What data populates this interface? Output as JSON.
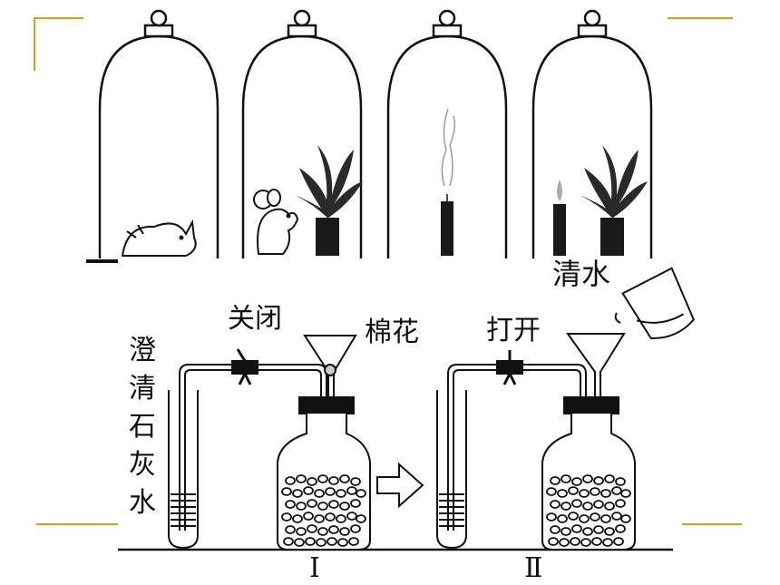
{
  "labels": {
    "water": "清水",
    "closed": "关闭",
    "cotton": "棉花",
    "open": "打开",
    "limewater": [
      "澄",
      "清",
      "石",
      "灰",
      "水"
    ],
    "apparatus_1": "Ⅰ",
    "apparatus_2": "Ⅱ"
  },
  "colors": {
    "accent": "#d4a017",
    "line": "#111111",
    "plant": "#2a2a2a",
    "pot": "#1a1a1a"
  },
  "icons": [
    "bell-jar-icon",
    "mouse-icon",
    "plant-icon",
    "candle-icon",
    "beaker-icon",
    "funnel-icon",
    "stopcock-icon",
    "flask-icon",
    "test-tube-icon",
    "arrow-right-icon"
  ]
}
